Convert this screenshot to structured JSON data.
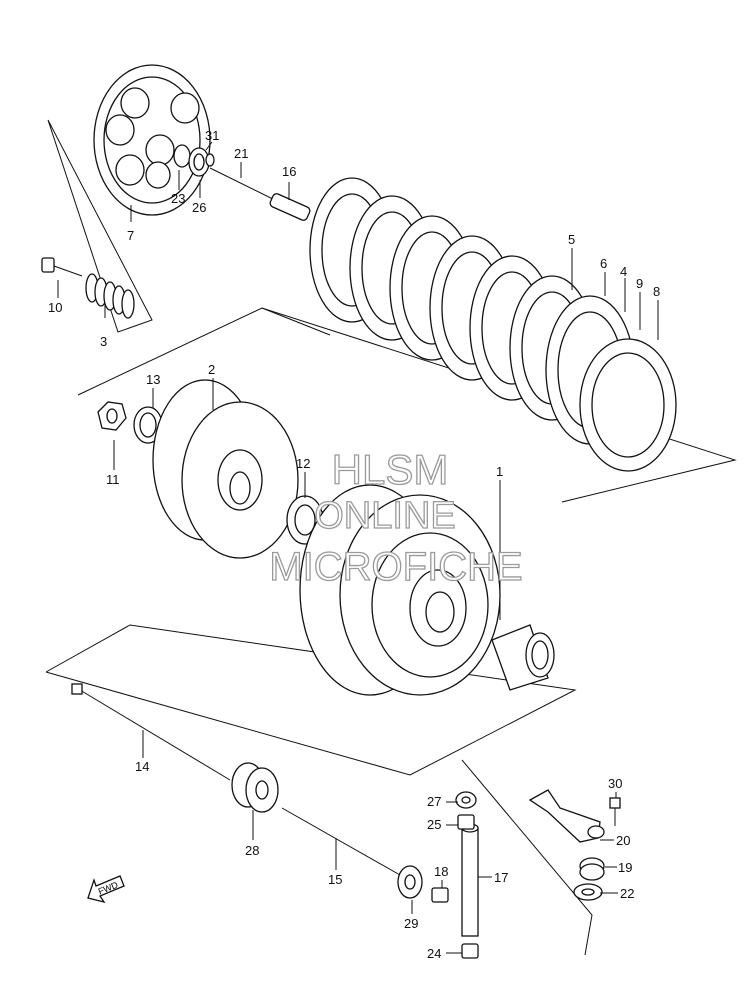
{
  "watermark": {
    "line1": "HLSM",
    "line2": "ONLINE",
    "line3": "MICROFICHE"
  },
  "fwd_label": "FWD",
  "callouts": [
    {
      "id": "1",
      "label": "1"
    },
    {
      "id": "2",
      "label": "2"
    },
    {
      "id": "3",
      "label": "3"
    },
    {
      "id": "4",
      "label": "4"
    },
    {
      "id": "5",
      "label": "5"
    },
    {
      "id": "6",
      "label": "6"
    },
    {
      "id": "7",
      "label": "7"
    },
    {
      "id": "8",
      "label": "8"
    },
    {
      "id": "9",
      "label": "9"
    },
    {
      "id": "10",
      "label": "10"
    },
    {
      "id": "11",
      "label": "11"
    },
    {
      "id": "12",
      "label": "12"
    },
    {
      "id": "13",
      "label": "13"
    },
    {
      "id": "14",
      "label": "14"
    },
    {
      "id": "15",
      "label": "15"
    },
    {
      "id": "16",
      "label": "16"
    },
    {
      "id": "17",
      "label": "17"
    },
    {
      "id": "18",
      "label": "18"
    },
    {
      "id": "19",
      "label": "19"
    },
    {
      "id": "20",
      "label": "20"
    },
    {
      "id": "21",
      "label": "21"
    },
    {
      "id": "22",
      "label": "22"
    },
    {
      "id": "23",
      "label": "23"
    },
    {
      "id": "24",
      "label": "24"
    },
    {
      "id": "25",
      "label": "25"
    },
    {
      "id": "26",
      "label": "26"
    },
    {
      "id": "27",
      "label": "27"
    },
    {
      "id": "28",
      "label": "28"
    },
    {
      "id": "29",
      "label": "29"
    },
    {
      "id": "30",
      "label": "30"
    },
    {
      "id": "31",
      "label": "31"
    }
  ]
}
